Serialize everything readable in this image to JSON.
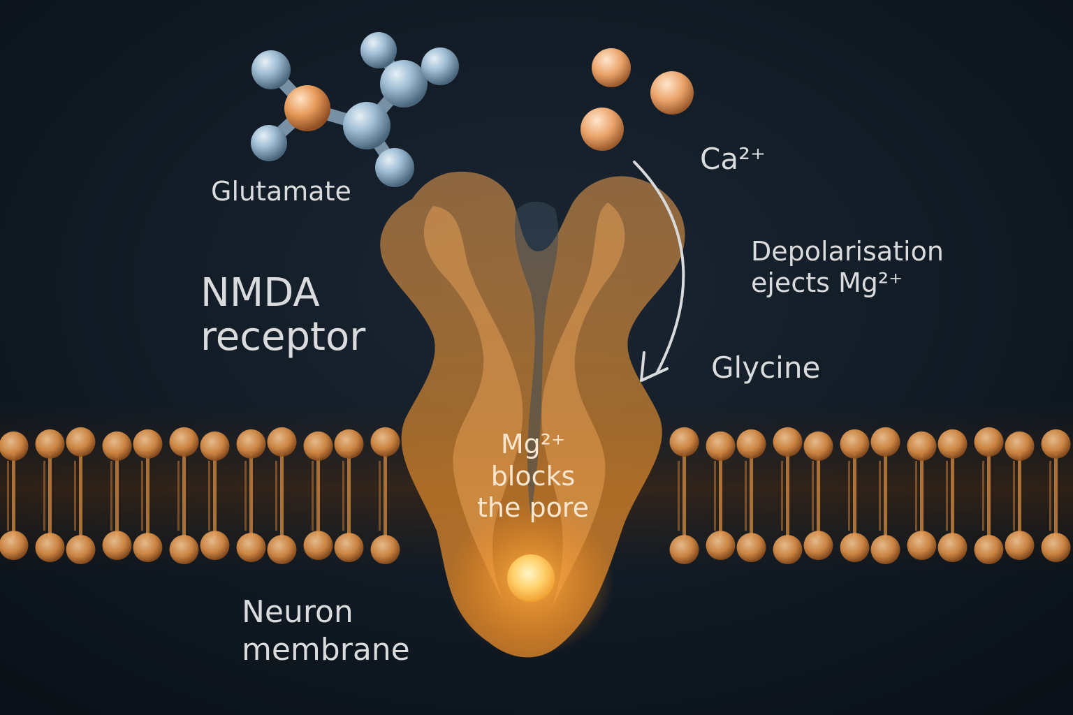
{
  "labels": {
    "glutamate": "Glutamate",
    "nmda_line1": "NMDA",
    "nmda_line2": "receptor",
    "calcium": "Ca²⁺",
    "depolarisation_line1": "Depolarisation",
    "depolarisation_line2": "ejects Mg²⁺",
    "glycine": "Glycine",
    "mg_line1": "Mg²⁺",
    "mg_line2": "blocks",
    "mg_line3": "the pore",
    "neuron_line1": "Neuron",
    "neuron_line2": "membrane"
  },
  "colors": {
    "background": "#0f1822",
    "membrane_orange": "#e09a4a",
    "receptor_orange": "#d98a3a",
    "glutamate_blue": "#9fbdd4",
    "calcium_orange": "#f2b27a",
    "mg_glow": "#ffd27a",
    "label_text": "#d9dbdc"
  },
  "icons": {
    "glutamate": "molecule-glutamate",
    "calcium": "calcium-ions",
    "magnesium": "magnesium-ion",
    "arrow": "curved-arrow"
  }
}
